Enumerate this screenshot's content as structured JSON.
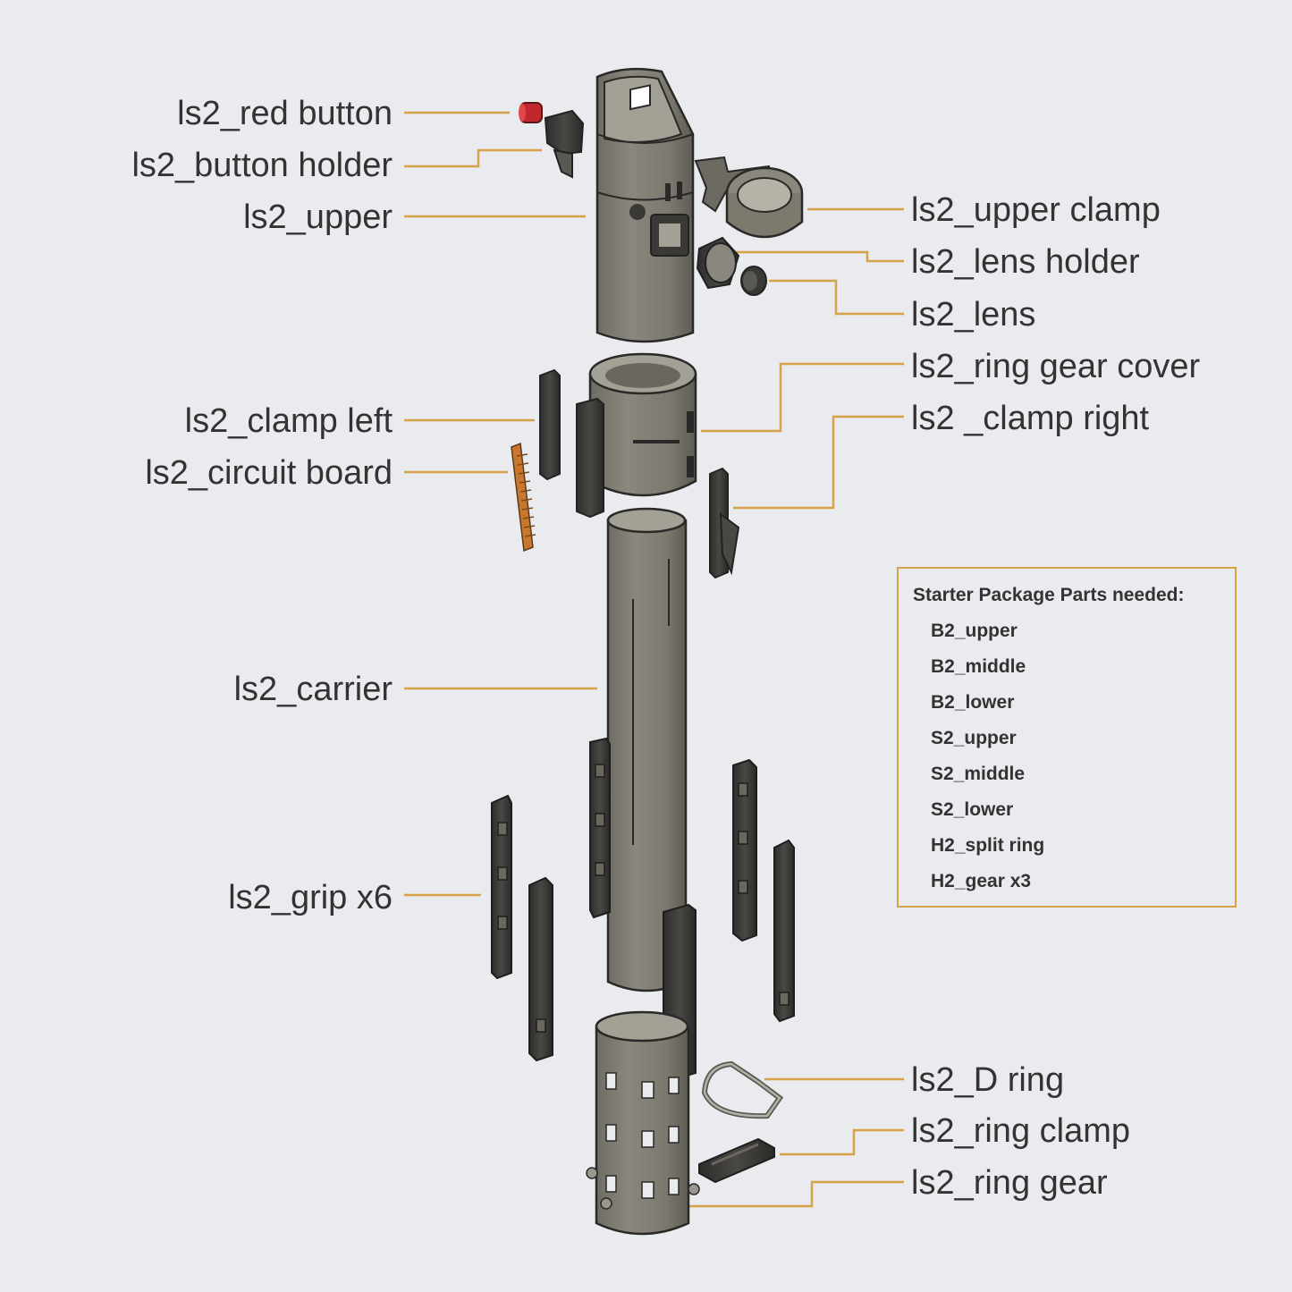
{
  "labels_left": [
    {
      "id": "red-button",
      "text": "ls2_red button"
    },
    {
      "id": "button-holder",
      "text": "ls2_button holder"
    },
    {
      "id": "upper",
      "text": "ls2_upper"
    },
    {
      "id": "clamp-left",
      "text": "ls2_clamp left"
    },
    {
      "id": "circuit-board",
      "text": "ls2_circuit board"
    },
    {
      "id": "carrier",
      "text": "ls2_carrier"
    },
    {
      "id": "grip",
      "text": "ls2_grip x6"
    }
  ],
  "labels_right": [
    {
      "id": "upper-clamp",
      "text": "ls2_upper clamp"
    },
    {
      "id": "lens-holder",
      "text": "ls2_lens holder"
    },
    {
      "id": "lens",
      "text": "ls2_lens"
    },
    {
      "id": "ring-gear-cover",
      "text": "ls2_ring gear cover"
    },
    {
      "id": "clamp-right",
      "text": "ls2 _clamp right"
    },
    {
      "id": "d-ring",
      "text": "ls2_D ring"
    },
    {
      "id": "ring-clamp",
      "text": "ls2_ring clamp"
    },
    {
      "id": "ring-gear",
      "text": "ls2_ring gear"
    }
  ],
  "starter_package": {
    "title": "Starter Package Parts needed:",
    "items": [
      "B2_upper",
      "B2_middle",
      "B2_lower",
      "S2_upper",
      "S2_middle",
      "S2_lower",
      "H2_split ring",
      "H2_gear x3"
    ]
  },
  "colors": {
    "background": "#e9ebee",
    "leader": "#d8a24a",
    "part_body": "#807d74",
    "part_dark": "#3a3936",
    "red_button": "#c0282d",
    "circuit_board": "#c9772f",
    "text": "#333333"
  }
}
